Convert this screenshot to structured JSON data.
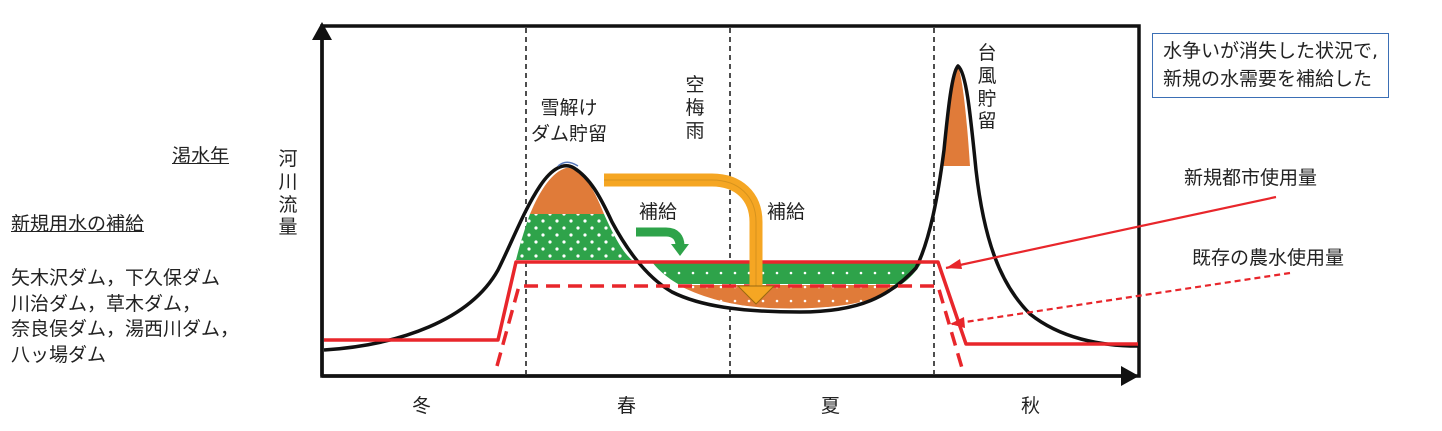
{
  "left_panel": {
    "drought_year": "渇水年",
    "supply_heading": "新規用水の補給",
    "dams": [
      "矢木沢ダム，下久保ダム",
      "川治ダム，草木ダム，",
      "奈良俣ダム，湯西川ダム，",
      "八ッ場ダム"
    ]
  },
  "y_axis_label": [
    "河",
    "川",
    "流",
    "量"
  ],
  "seasons": [
    "冬",
    "春",
    "夏",
    "秋"
  ],
  "annotations": {
    "snow_storage": [
      "雪解け",
      "ダム貯留"
    ],
    "tsuyu": [
      "空",
      "梅",
      "雨"
    ],
    "supply_1": "補給",
    "supply_2": "補給",
    "typhoon_storage": [
      "台",
      "風",
      "貯",
      "留"
    ]
  },
  "note_box": [
    "水争いが消失した状況で,",
    "新規の水需要を補給した"
  ],
  "legend_labels": {
    "new_urban": "新規都市使用量",
    "existing_agri": "既存の農水使用量"
  },
  "colors": {
    "river_flow": "#111111",
    "usage_line": "#e8262b",
    "storage_fill": "#e07b39",
    "supply_fill": "#2ea34a",
    "arrow_orange": "#f5a623",
    "arrow_green": "#2ea34a",
    "note_border": "#3b6fb5"
  }
}
